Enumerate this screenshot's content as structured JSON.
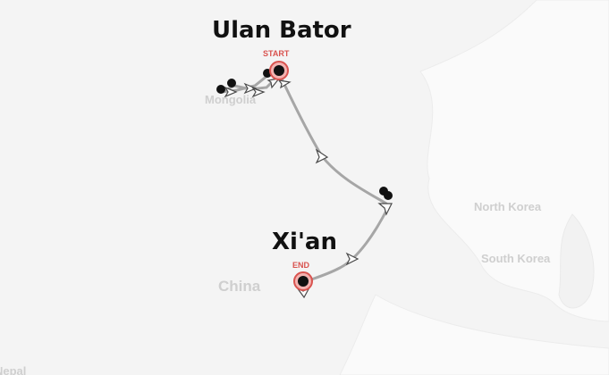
{
  "map": {
    "places": {
      "origin": "Ulan Bator",
      "destination": "Xi'an"
    },
    "markers": {
      "start": "START",
      "end": "END"
    },
    "country_labels": {
      "mongolia": "Mongolia",
      "china": "China",
      "north_korea": "North Korea",
      "south_korea": "South Korea",
      "nepal": "Nepal"
    },
    "colors": {
      "background": "#f4f4f4",
      "land": "#efefef",
      "water": "#fbfbfb",
      "route": "#a6a6a6",
      "marker_ring": "#d9534f",
      "stop_dot": "#111111",
      "label": "#cfcfcf"
    }
  }
}
